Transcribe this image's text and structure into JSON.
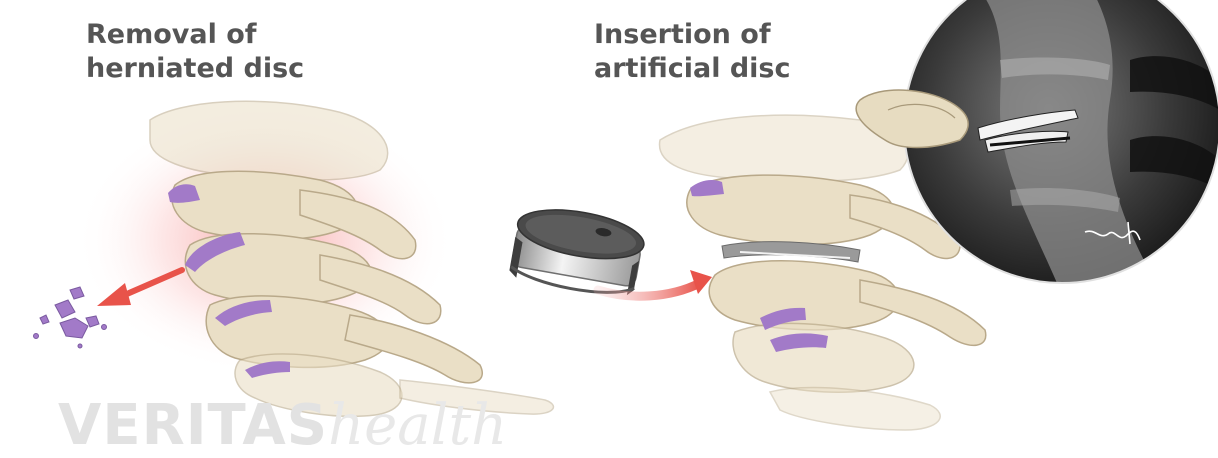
{
  "captions": {
    "removal": [
      "Removal of",
      "herniated disc"
    ],
    "insertion": [
      "Insertion of",
      "artificial disc"
    ]
  },
  "watermark": {
    "part1": "VERITAS",
    "part2": "health"
  },
  "colors": {
    "caption_text": "#555555",
    "bone": "#eadfc6",
    "bone_shadow": "#cdbd9b",
    "disc": "#a27ac8",
    "arrow": "#e8534a",
    "glow": "#f06060",
    "xray_bg": "#1b1b1b",
    "implant_metal": "#4a4a4a"
  },
  "illustrations": {
    "left": "cervical-spine-with-herniated-disc-fragments",
    "center": "artificial-disc-implant",
    "right": "cervical-spine-with-implanted-disc",
    "inset": "xray-of-artificial-disc-with-signature"
  }
}
